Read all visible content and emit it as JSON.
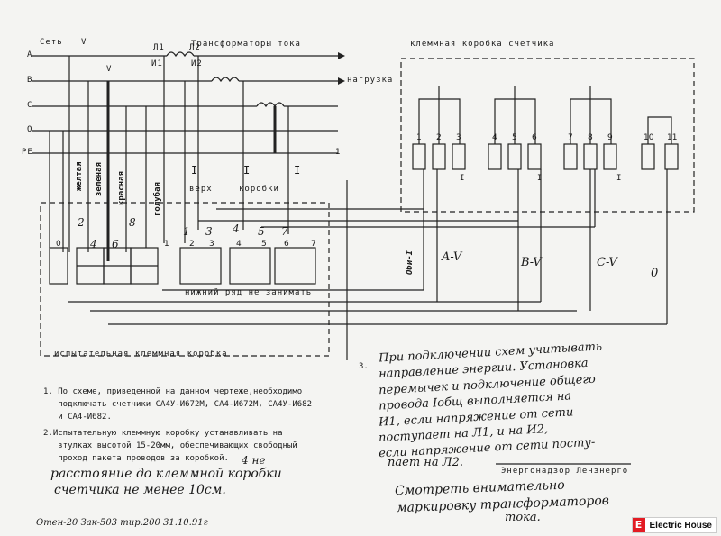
{
  "phases": {
    "set": "Сеть",
    "v": "V",
    "a": "A",
    "b": "B",
    "c": "C",
    "o": "O",
    "pe": "PE"
  },
  "top_labels": {
    "transformers": "Трансформаторы тока",
    "load": "нагрузка",
    "l1": "Л1",
    "l2": "Л2",
    "i1": "И1",
    "i2": "И2",
    "v": "V",
    "one": "1"
  },
  "wire_colors": [
    "желтая",
    "зеленая",
    "красная",
    "голубая"
  ],
  "meter_box": {
    "title": "клеммная коробка счетчика",
    "terminals": [
      "1",
      "2",
      "3",
      "4",
      "5",
      "6",
      "7",
      "8",
      "9",
      "10",
      "11"
    ],
    "marks": [
      "I",
      "I",
      "I"
    ],
    "phase_labels": [
      "A-V",
      "B-V",
      "C-V",
      "0"
    ],
    "side_label": "Оби-I"
  },
  "test_box": {
    "top_label": "верх",
    "top_label2": "коробки",
    "bottom_label": "нижний ряд не занимать",
    "title": "испытательная клеммная коробка",
    "terminals": [
      "0",
      "1",
      "2",
      "3",
      "4",
      "5",
      "6",
      "7"
    ],
    "wire_nums": [
      "2",
      "4",
      "6",
      "8",
      "1",
      "3",
      "4",
      "5",
      "7"
    ],
    "roman": [
      "I",
      "I",
      "I"
    ]
  },
  "notes": {
    "n1": "1. По схеме, приведенной на данном чертеже,необходимо\n   подключать счетчики СА4У-И672М, СА4-И672М, СА4У-И682\n   и СА4-И682.",
    "n2": "2.Испытательную клеммную коробку устанавливать на\n   втулках высотой 15-20мм, обеспечивающих свободный\n   проход пакета проводов за коробкой.",
    "n2_hand_a": "4 не",
    "n2_hand_b": "расстояние до клеммной коробки",
    "n2_hand_c": "счетчика не менее 10см.",
    "n3_num": "3.",
    "n3": [
      "При подключении схем учитывать",
      "направление энергии. Установка",
      "перемычек и подключение общего",
      "провода Iобщ выполняется на",
      "И1, если напряжение от сети",
      "поступает на Л1, и на И2,",
      "если напряжение от сети посту-",
      "пает на Л2."
    ],
    "stamp": "Энергонадзор Лензнерго",
    "bottom_hand": [
      "Смотреть внимательно",
      "маркировку трансформаторов",
      "тока."
    ],
    "footer": "Отен-20 Зак-503 тир.200 31.10.91г"
  },
  "logo": {
    "mark": "E",
    "text": "Electric House"
  }
}
